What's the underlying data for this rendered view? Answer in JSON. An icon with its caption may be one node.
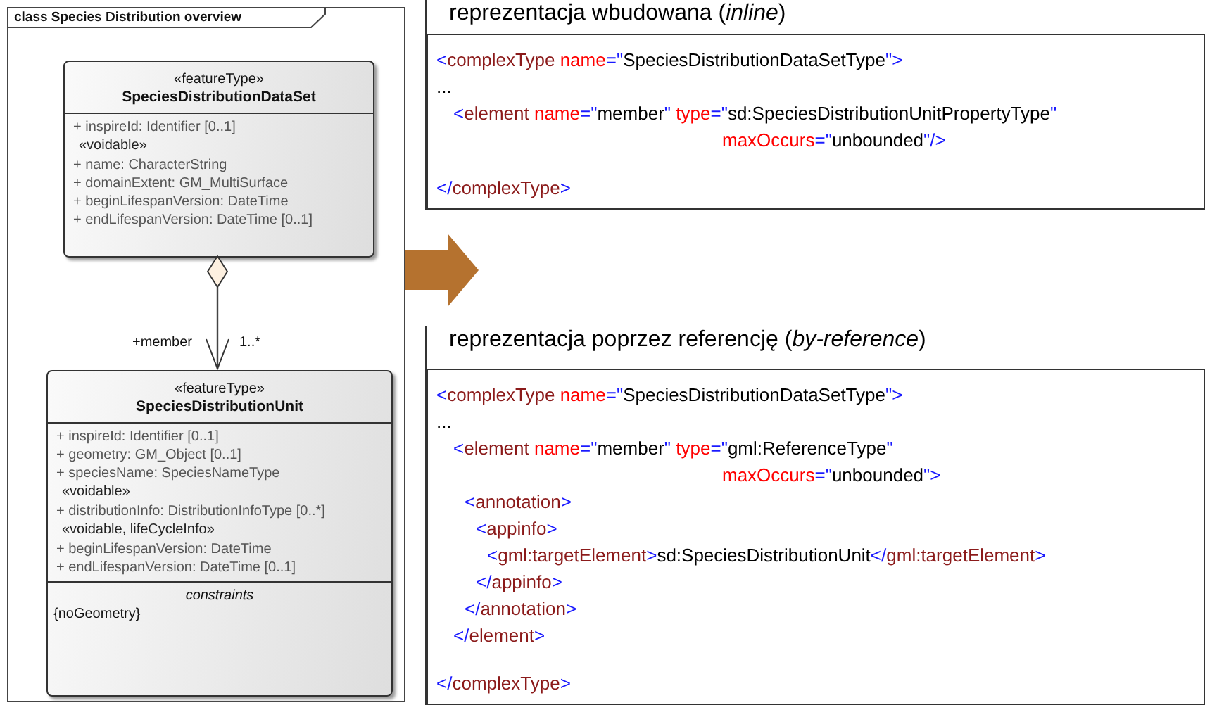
{
  "diagram": {
    "nodes": [
      {
        "text": [
          "class Species Distribution overview"
        ]
      },
      {
        "text": [
          "«featureType»",
          "SpeciesDistributionDataSet",
          "+ inspireId: Identifier [0..1]",
          "«voidable»",
          "+ name: CharacterString",
          "+ domainExtent: GM_MultiSurface",
          "+ beginLifespanVersion: DateTime",
          "+ endLifespanVersion: DateTime [0..1]"
        ],
        "in": 0
      },
      {
        "text": [
          "«featureType»",
          "SpeciesDistributionUnit",
          "+ inspireId: Identifier [0..1]",
          "+ geometry: GM_Object [0..1]",
          "+ speciesName: SpeciesNameType",
          "«voidable»",
          "+ distributionInfo: DistributionInfoType [0..*]",
          "«voidable, lifeCycleInfo»",
          "+ beginLifespanVersion: DateTime",
          "+ endLifespanVersion: DateTime [0..1]",
          "constraints",
          "{noGeometry}"
        ],
        "in": 0
      },
      {
        "text": [
          "reprezentacja wbudowana (*inline*)",
          "<complexType name=\"SpeciesDistributionDataSetType\">",
          "...",
          "<element name=\"member\" type=\"sd:SpeciesDistributionUnitPropertyType\"",
          "maxOccurs=\"unbounded\"/>",
          "</complexType>"
        ]
      },
      {
        "text": [
          "reprezentacja poprzez referencję (*by-reference*)",
          "<complexType name=\"SpeciesDistributionDataSetType\">",
          "...",
          "<element name=\"member\" type=\"gml:ReferenceType\"",
          "maxOccurs=\"unbounded\">",
          "<annotation>",
          "<appinfo>",
          "<gml:targetElement>sd:SpeciesDistributionUnit</gml:targetElement>",
          "</appinfo>",
          "</annotation>",
          "</element>",
          "</complexType>"
        ]
      }
    ],
    "edges": [
      {
        "from": 1,
        "to": 2,
        "arrow": "to"
      },
      {
        "from": 0,
        "to": null,
        "arrow": "to",
        "style": "thick",
        "color": "#b5722f"
      }
    ],
    "labels": [
      "+member",
      "1..*"
    ]
  }
}
